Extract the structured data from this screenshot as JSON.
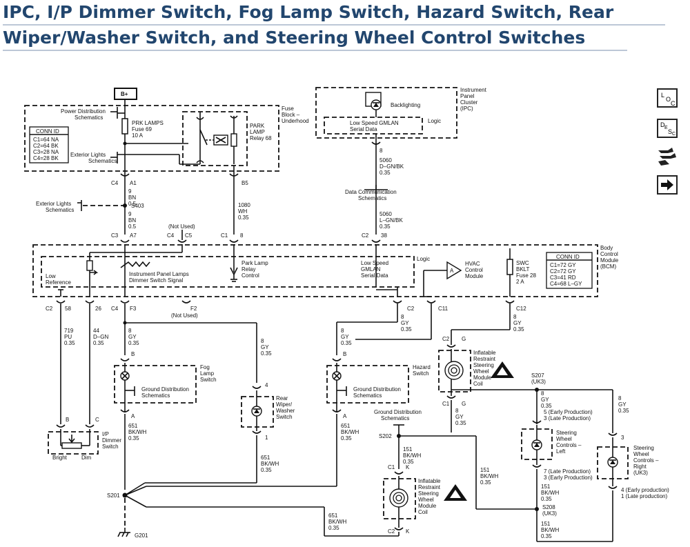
{
  "page": {
    "title_line1": "IPC, I/P Dimmer Switch, Fog Lamp Switch, Hazard Switch, Rear",
    "title_line2": "Wiper/Washer Switch, and Steering Wheel Control Switches"
  },
  "side_buttons": [
    {
      "icon": "location-icon",
      "letters": [
        "L",
        "O",
        "C"
      ]
    },
    {
      "icon": "description-icon",
      "letters": [
        "D",
        "E",
        "S",
        "C"
      ]
    },
    {
      "icon": "wrench-tools-icon"
    },
    {
      "icon": "next-arrow-icon"
    }
  ],
  "diagram": {
    "bplus": "B+",
    "power_dist": [
      "Power Distribution",
      "Schematics"
    ],
    "prk_fuse": [
      "PRK LAMPS",
      "Fuse 69",
      "10 A"
    ],
    "fuse_block": [
      "Fuse",
      "Block –",
      "Underhood"
    ],
    "park_relay": [
      "PARK",
      "LAMP",
      "Relay 68"
    ],
    "conn_id_fuse": {
      "title": "CONN ID",
      "rows": [
        "C1=64 NA",
        "C2=64 BK",
        "C3=28 NA",
        "C4=28 BK"
      ]
    },
    "exterior_lights_top": [
      "Exterior Lights",
      "Schematics"
    ],
    "exterior_lights_s403": [
      "Exterior Lights",
      "Schematics"
    ],
    "c4_top": "C4",
    "a1": "A1",
    "w_9bn_a": [
      "9",
      "BN",
      "0.5"
    ],
    "s403": "S403",
    "w_9bn_b": [
      "9",
      "BN",
      "0.5"
    ],
    "b5": "B5",
    "w_1080": [
      "1080",
      "WH",
      "0.35"
    ],
    "c3": "C3",
    "a7": "A7",
    "c4_mid": "C4",
    "c5": "C5",
    "not_used_top": "(Not Used)",
    "c1_mid": "C1",
    "pin8_mid": "8",
    "ipc_label": [
      "Instrument",
      "Panel",
      "Cluster",
      "(IPC)"
    ],
    "backlighting": "Backlighting",
    "ipc_logic": "Logic",
    "gmlan_ipc": [
      "Low Speed GMLAN",
      "Serial Data"
    ],
    "pin8_ipc": "8",
    "w_5060_a": [
      "5060",
      "D–GN/BK",
      "0.35"
    ],
    "data_comm": [
      "Data Communication",
      "Schematics"
    ],
    "w_5060_b": [
      "5060",
      "L–GN/BK",
      "0.35"
    ],
    "c2_38": "C2",
    "pin38": "38",
    "bcm_label": [
      "Body",
      "Control",
      "Module",
      "(BCM)"
    ],
    "bcm_logic": "Logic",
    "low_ref": [
      "Low",
      "Reference"
    ],
    "ip_dimmer_signal": [
      "Instrument Panel Lamps",
      "Dimmer Switch Signal"
    ],
    "park_relay_ctrl": [
      "Park Lamp",
      "Relay",
      "Control"
    ],
    "gmlan_bcm": [
      "Low Speed",
      "GMLAN",
      "Serial Data"
    ],
    "hvac": [
      "HVAC",
      "Control",
      "Module"
    ],
    "hvac_a": "A",
    "swc_fuse": [
      "SWC",
      "BKLT",
      "Fuse 28",
      "2 A"
    ],
    "conn_id_bcm": {
      "title": "CONN ID",
      "rows": [
        "C1=72 GY",
        "C2=72 GY",
        "C3=41 RD",
        "C4=68 L–GY"
      ]
    },
    "c2_58": "C2",
    "pin58": "58",
    "pin26": "26",
    "c4_f3": "C4",
    "f3": "F3",
    "f2": "F2",
    "not_used_f2": "(Not Used)",
    "c2_right": "C2",
    "c11": "C11",
    "c12": "C12",
    "w_719": [
      "719",
      "PU",
      "0.35"
    ],
    "w_44": [
      "44",
      "D–GN",
      "0.35"
    ],
    "w_8gy_fog": [
      "8",
      "GY",
      "0.35"
    ],
    "w_8gy_wiper": [
      "8",
      "GY",
      "0.35"
    ],
    "w_8gy_hazard": [
      "8",
      "GY",
      "0.35"
    ],
    "w_8gy_c2": [
      "8",
      "GY",
      "0.35"
    ],
    "w_8gy_c12": [
      "8",
      "GY",
      "0.35"
    ],
    "fog_b": "B",
    "fog_a": "A",
    "fog_switch": [
      "Fog",
      "Lamp",
      "Switch"
    ],
    "ground_dist_fog": [
      "Ground Distribution",
      "Schematics"
    ],
    "wiper_4": "4",
    "wiper_1": "1",
    "rear_wiper": [
      "Rear",
      "Wiper/",
      "Washer",
      "Switch"
    ],
    "hazard_b": "B",
    "hazard_a": "A",
    "hazard_switch": [
      "Hazard",
      "Switch"
    ],
    "ground_dist_hazard": [
      "Ground Distribution",
      "Schematics"
    ],
    "coil_top": {
      "c2": "C2",
      "g": "G",
      "c1": "C1",
      "g2": "G"
    },
    "airbag_coil_top": [
      "Inflatable",
      "Restraint",
      "Steering",
      "Wheel",
      "Module",
      "Coil"
    ],
    "w_8gy_coil": [
      "8",
      "GY",
      "0.35"
    ],
    "s207": [
      "S207",
      "(UK3)"
    ],
    "w_8gy_s207": [
      "8",
      "GY",
      "0.35"
    ],
    "w_8gy_right": [
      "8",
      "GY",
      "0.35"
    ],
    "swc_left_pins_top": [
      "5 (Early Production)",
      "3 (Late Production)"
    ],
    "swc_left": [
      "Steering",
      "Wheel",
      "Controls –",
      "Left"
    ],
    "swc_left_pins_bot": [
      "7 (Late Production)",
      "3 (Early Production)"
    ],
    "swc_right_pin": "3",
    "swc_right": [
      "Steering",
      "Wheel",
      "Controls –",
      "Right",
      "(UK3)"
    ],
    "swc_right_pins_bot": [
      "4 (Early production)",
      "1 (Late production)"
    ],
    "dimmer_b": "B",
    "dimmer_c": "C",
    "ip_dimmer": [
      "I/P",
      "Dimmer",
      "Switch"
    ],
    "bright": "Bright",
    "dim": "Dim",
    "w_651_fog": [
      "651",
      "BK/WH",
      "0.35"
    ],
    "w_651_hazard": [
      "651",
      "BK/WH",
      "0.35"
    ],
    "w_651_wiper": [
      "651",
      "BK/WH",
      "0.35"
    ],
    "w_651_bottom": [
      "651",
      "BK/WH",
      "0.35"
    ],
    "ground_dist_s202": [
      "Ground Distribution",
      "Schematics"
    ],
    "s202": "S202",
    "w_151_a": [
      "151",
      "BK/WH",
      "0.35"
    ],
    "w_151_b": [
      "151",
      "BK/WH",
      "0.35"
    ],
    "w_151_c": [
      "151",
      "BK/WH",
      "0.35"
    ],
    "w_151_d": [
      "151",
      "BK/WH",
      "0.35"
    ],
    "coil_bot": {
      "c1": "C1",
      "k": "K",
      "c2": "C2",
      "k2": "K"
    },
    "airbag_coil_bot": [
      "Inflatable",
      "Restraint",
      "Steering",
      "Wheel",
      "Module",
      "Coil"
    ],
    "s208": [
      "S208",
      "(UK3)"
    ],
    "s201": "S201",
    "g201": "G201"
  }
}
